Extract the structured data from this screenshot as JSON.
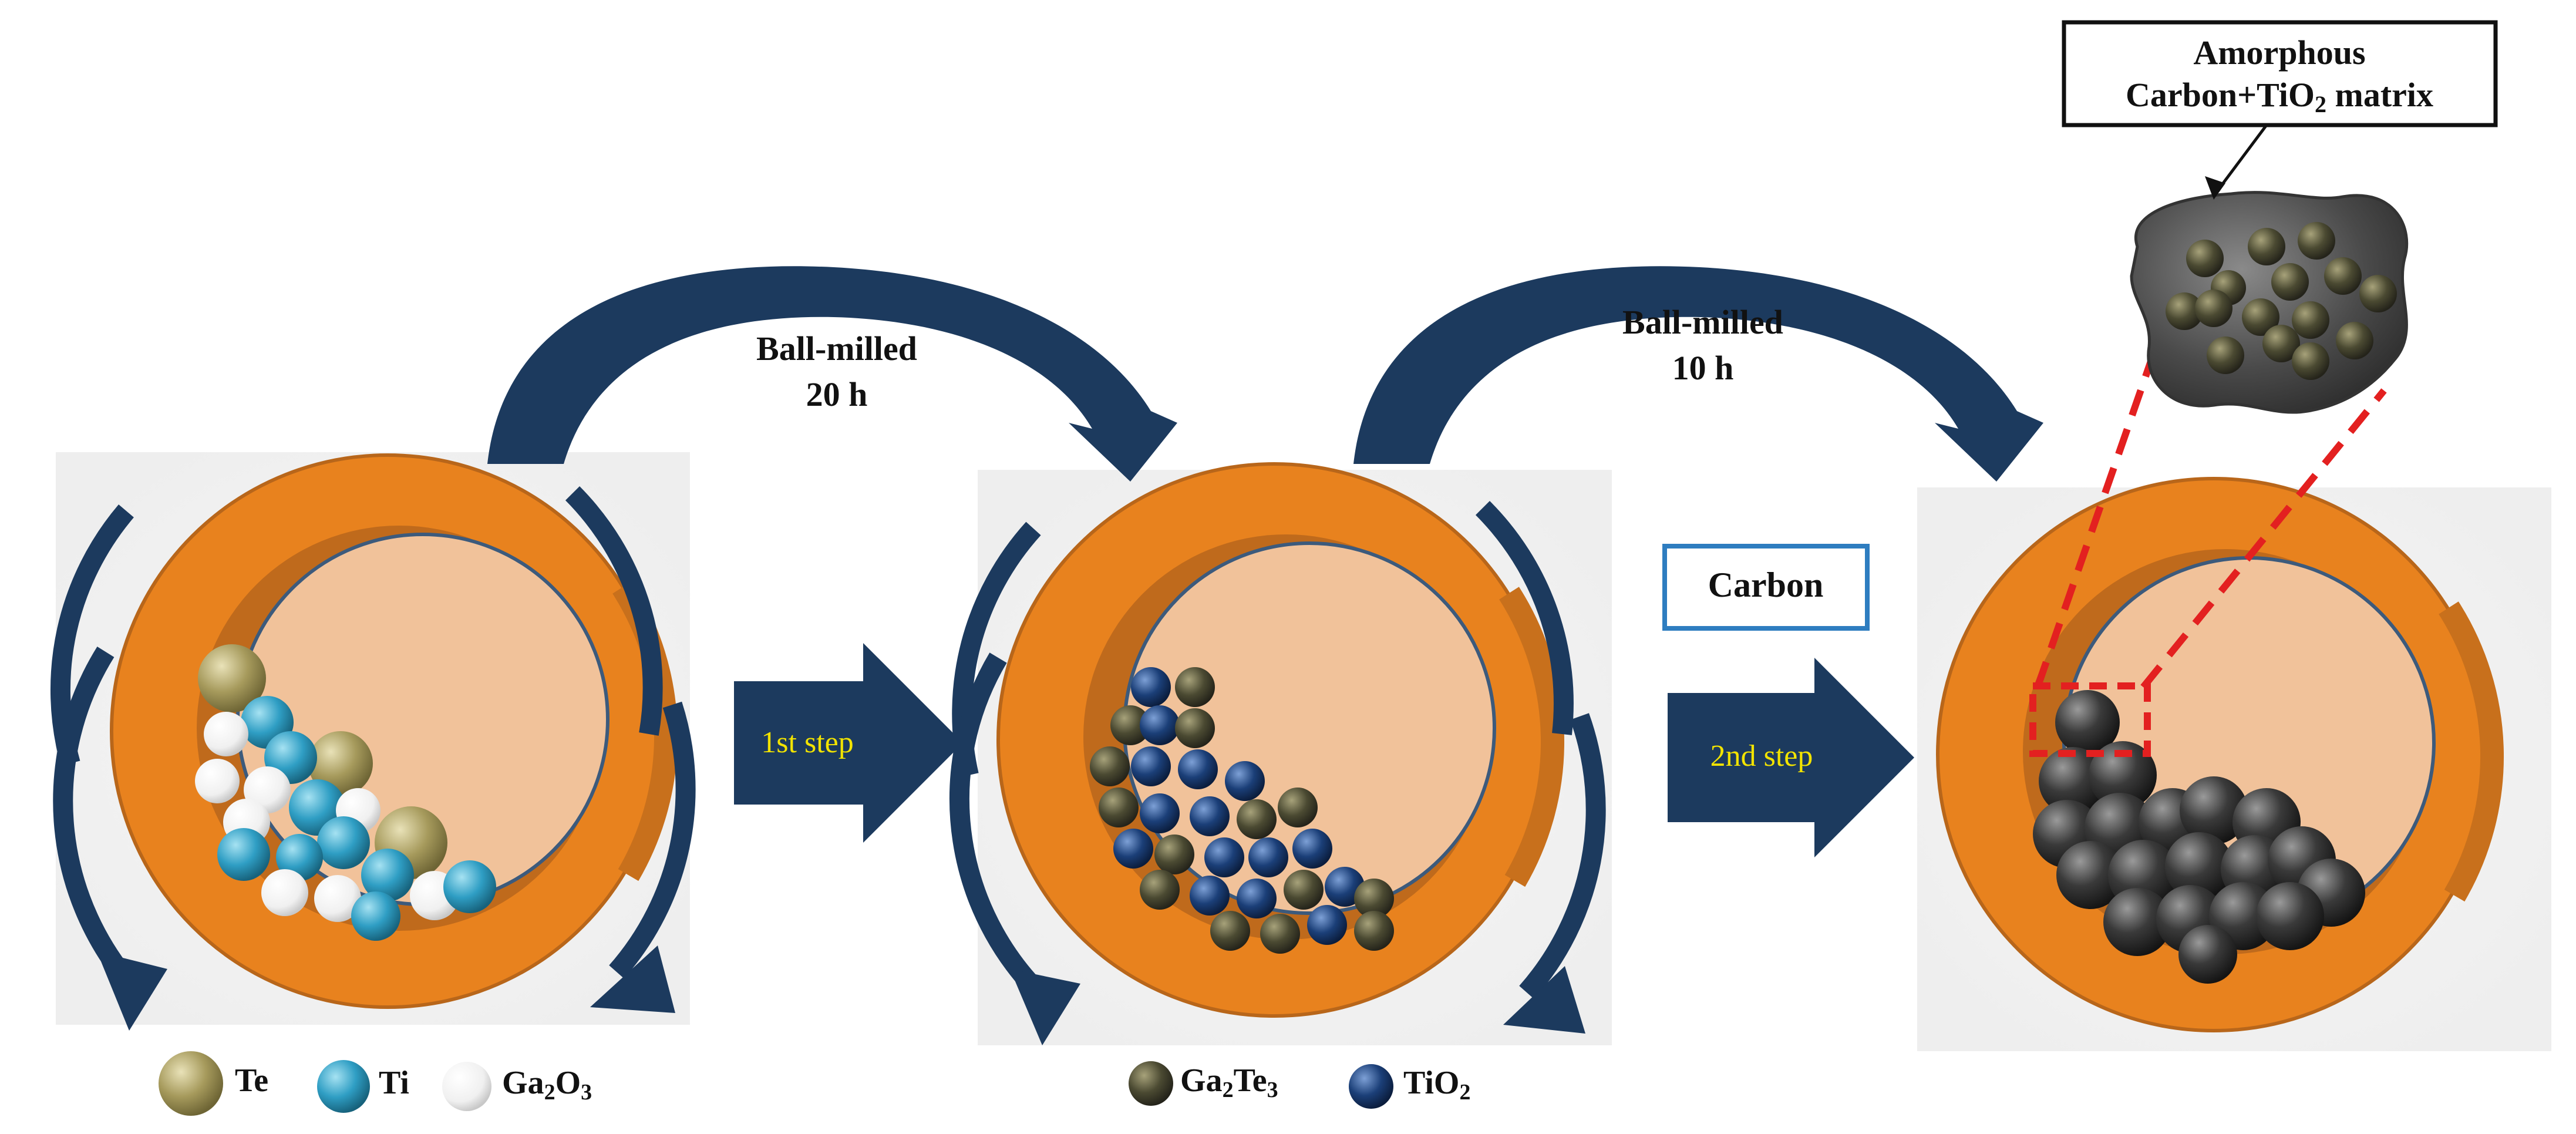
{
  "process": {
    "arc1_label_line1": "Ball-milled",
    "arc1_label_line2": "20 h",
    "arc2_label_line1": "Ball-milled",
    "arc2_label_line2": "10 h",
    "step1_label": "1st step",
    "step2_label": "2nd step",
    "carbon_box": "Carbon"
  },
  "matrix_box": {
    "line1": "Amorphous",
    "line2_prefix": "Carbon+TiO",
    "line2_sub": "2",
    "line2_suffix": " matrix"
  },
  "legend_left": {
    "te": "Te",
    "ti": "Ti",
    "ga2o3_a": "Ga",
    "ga2o3_sub1": "2",
    "ga2o3_b": "O",
    "ga2o3_sub2": "3"
  },
  "legend_mid": {
    "ga2te3_a": "Ga",
    "ga2te3_sub1": "2",
    "ga2te3_b": "Te",
    "ga2te3_sub2": "3",
    "tio2_a": "TiO",
    "tio2_sub": "2"
  },
  "colors": {
    "jar_orange": "#e8821e",
    "jar_inner": "#f1c29a",
    "arrow_navy": "#1c3a5e",
    "te_ball": "#a69a5c",
    "ti_ball": "#2f9ec4",
    "ga2o3_ball": "#f2f2f2",
    "ga2te3_ball": "#4b4a32",
    "tio2_ball": "#1b3f78",
    "carbon_ball": "#3a3a3a",
    "dashed_red": "#e32020",
    "carbon_box_border": "#2e7dc0"
  }
}
